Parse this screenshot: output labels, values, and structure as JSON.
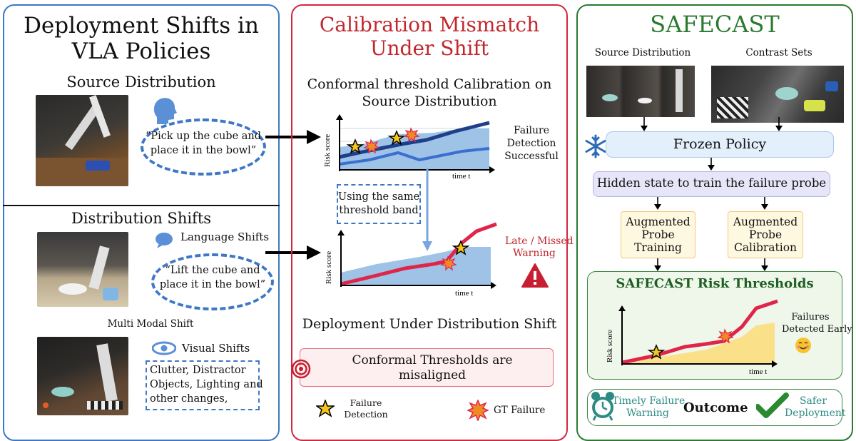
{
  "panel1": {
    "title_line1": "Deployment Shifts in",
    "title_line2": "VLA Policies",
    "source_heading": "Source Distribution",
    "source_quote_line1": "“Pick up the cube and",
    "source_quote_line2": "place it in the bowl”",
    "shifts_heading": "Distribution Shifts",
    "language_shifts_label": "Language Shifts",
    "shift_quote_line1": "“Lift  the cube and",
    "shift_quote_line2": "place it in the bowl”",
    "multimodal_label": "Multi Modal Shift",
    "visual_shifts_label": "Visual Shifts",
    "visual_box_line1": "Clutter, Distractor",
    "visual_box_line2": "Objects, Lighting and",
    "visual_box_line3": "other changes,"
  },
  "panel2": {
    "title_line1": "Calibration Mismatch",
    "title_line2": "Under Shift",
    "calib_heading_line1": "Conformal threshold Calibration on",
    "calib_heading_line2": "Source Distribution",
    "risk_score_axis": "Risk score",
    "time_axis": "time t",
    "success_line1": "Failure",
    "success_line2": "Detection",
    "success_line3": "Successful",
    "same_band_line1": "Using the same",
    "same_band_line2": "threshold band",
    "late_line1": "Late / Missed",
    "late_line2": "Warning",
    "deploy_heading": "Deployment Under Distribution Shift",
    "misaligned_line1": "Conformal Thresholds are",
    "misaligned_line2": "misaligned",
    "legend_failure_line1": "Failure",
    "legend_failure_line2": "Detection",
    "legend_gt": "GT Failure"
  },
  "panel3": {
    "title": "SAFECAST",
    "source_label": "Source Distribution",
    "contrast_label": "Contrast Sets",
    "frozen_policy": "Frozen Policy",
    "hidden_state": "Hidden state to train the failure probe",
    "aug_train_line1": "Augmented",
    "aug_train_line2": "Probe",
    "aug_train_line3": "Training",
    "aug_calib_line1": "Augmented",
    "aug_calib_line2": "Probe",
    "aug_calib_line3": "Calibration",
    "risk_thresholds": "SAFECAST Risk Thresholds",
    "risk_score_axis": "Risk score",
    "time_axis": "time t",
    "early_line1": "Failures",
    "early_line2": "Detected Early",
    "timely_line1": "Timely Failure",
    "timely_line2": "Warning",
    "outcome": "Outcome",
    "safer_line1": "Safer",
    "safer_line2": "Deployment"
  },
  "colors": {
    "blue_border": "#3c78c3",
    "red_border": "#d1283e",
    "green_border": "#2b7a30",
    "risk_line": "#e0254a",
    "band": "#8fb8df",
    "safe_band": "#fbe08a",
    "teal": "#2e8b84"
  },
  "icons": [
    "head-speaker-icon",
    "speech-bubble-icon",
    "eye-icon",
    "star-icon",
    "explosion-icon",
    "snowflake-icon",
    "warning-triangle-icon",
    "target-icon",
    "alarm-clock-icon",
    "checkmark-icon",
    "smiley-emoji-icon"
  ]
}
